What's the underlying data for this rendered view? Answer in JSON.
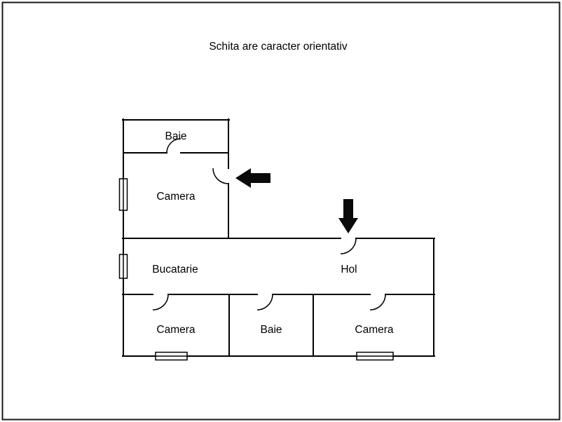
{
  "title": "Schita are caracter orientativ",
  "rooms": {
    "baie_top": {
      "label": "Baie"
    },
    "camera_top": {
      "label": "Camera"
    },
    "bucatarie": {
      "label": "Bucatarie"
    },
    "hol": {
      "label": "Hol"
    },
    "camera_bottom_left": {
      "label": "Camera"
    },
    "baie_bottom": {
      "label": "Baie"
    },
    "camera_bottom_right": {
      "label": "Camera"
    }
  },
  "icons": {
    "arrow_left": "entrance-arrow-left",
    "arrow_down": "entrance-arrow-down"
  },
  "colors": {
    "background": "#ffffff",
    "wall": "#000000",
    "text": "#000000",
    "arrow": "#0a0a0a",
    "frame": "#1a1a1a"
  }
}
